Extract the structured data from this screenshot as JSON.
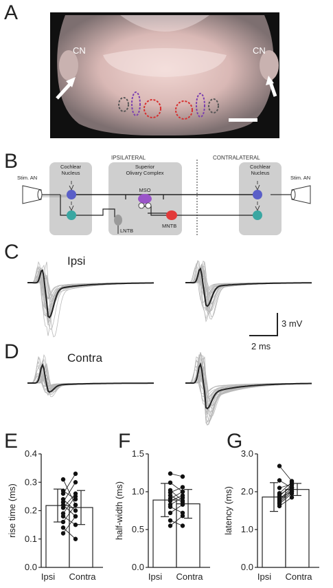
{
  "panels": {
    "A": {
      "letter": "A",
      "cn_left": "CN",
      "cn_right": "CN"
    },
    "B": {
      "letter": "B",
      "ipsilateral_label": "IPSILATERAL",
      "contralateral_label": "CONTRALATERAL",
      "stim_left": "Stim. AN",
      "stim_right": "Stim. AN",
      "cn_left": [
        "Cochlear",
        "Nucleus"
      ],
      "cn_right": [
        "Cochlear",
        "Nucleus"
      ],
      "soc": [
        "Superior",
        "Olivary Complex"
      ],
      "mso": "MSO",
      "lntb": "LNTB",
      "mntb": "MNTB",
      "colors": {
        "box": "#cfcfcf",
        "blue": "#5a5fc8",
        "teal": "#3aa7a2",
        "purple": "#9a55c9",
        "red": "#e23a3a",
        "gray_cell": "#9a9a9a"
      }
    },
    "C": {
      "letter": "C",
      "label": "Ipsi"
    },
    "D": {
      "letter": "D",
      "label": "Contra"
    },
    "scalebar": {
      "vertical": "3 mV",
      "horizontal": "2 ms"
    },
    "E": {
      "letter": "E"
    },
    "F": {
      "letter": "F"
    },
    "G": {
      "letter": "G"
    }
  },
  "chart_data": [
    {
      "type": "bar",
      "panel": "E",
      "categories": [
        "Ipsi",
        "Contra"
      ],
      "values": [
        0.218,
        0.211
      ],
      "errors": [
        0.058,
        0.06
      ],
      "paired_points": [
        [
          0.12,
          0.18
        ],
        [
          0.14,
          0.1
        ],
        [
          0.16,
          0.22
        ],
        [
          0.18,
          0.15
        ],
        [
          0.19,
          0.25
        ],
        [
          0.21,
          0.26
        ],
        [
          0.22,
          0.18
        ],
        [
          0.23,
          0.3
        ],
        [
          0.24,
          0.2
        ],
        [
          0.26,
          0.33
        ],
        [
          0.27,
          0.24
        ],
        [
          0.31,
          0.22
        ]
      ],
      "ylabel": "rise time (ms)",
      "ylim": [
        0.0,
        0.4
      ],
      "yticks": [
        "0.0",
        "0.1",
        "0.2",
        "0.3",
        "0.4"
      ]
    },
    {
      "type": "bar",
      "panel": "F",
      "categories": [
        "Ipsi",
        "Contra"
      ],
      "values": [
        0.89,
        0.84
      ],
      "errors": [
        0.22,
        0.19
      ],
      "paired_points": [
        [
          0.55,
          0.68
        ],
        [
          0.62,
          0.55
        ],
        [
          0.72,
          0.83
        ],
        [
          0.8,
          0.72
        ],
        [
          0.83,
          0.92
        ],
        [
          0.88,
          0.95
        ],
        [
          0.91,
          1.0
        ],
        [
          0.95,
          0.86
        ],
        [
          0.99,
          1.06
        ],
        [
          1.02,
          0.88
        ],
        [
          1.12,
          1.0
        ],
        [
          1.24,
          1.2
        ]
      ],
      "ylabel": "half-width (ms)",
      "ylim": [
        0.0,
        1.5
      ],
      "yticks": [
        "0.0",
        "0.5",
        "1.0",
        "1.5"
      ]
    },
    {
      "type": "bar",
      "panel": "G",
      "categories": [
        "Ipsi",
        "Contra"
      ],
      "values": [
        1.86,
        2.06
      ],
      "errors": [
        0.38,
        0.16
      ],
      "paired_points": [
        [
          1.62,
          1.85
        ],
        [
          1.68,
          1.95
        ],
        [
          1.72,
          2.0
        ],
        [
          1.76,
          2.05
        ],
        [
          1.8,
          2.1
        ],
        [
          1.84,
          2.0
        ],
        [
          1.88,
          2.18
        ],
        [
          1.92,
          2.12
        ],
        [
          1.96,
          2.25
        ],
        [
          2.1,
          2.2
        ],
        [
          2.3,
          2.1
        ],
        [
          2.68,
          2.28
        ]
      ],
      "ylabel": "latency (ms)",
      "ylim": [
        0.0,
        3.0
      ],
      "yticks": [
        "0.0",
        "1.0",
        "2.0",
        "3.0"
      ]
    }
  ]
}
